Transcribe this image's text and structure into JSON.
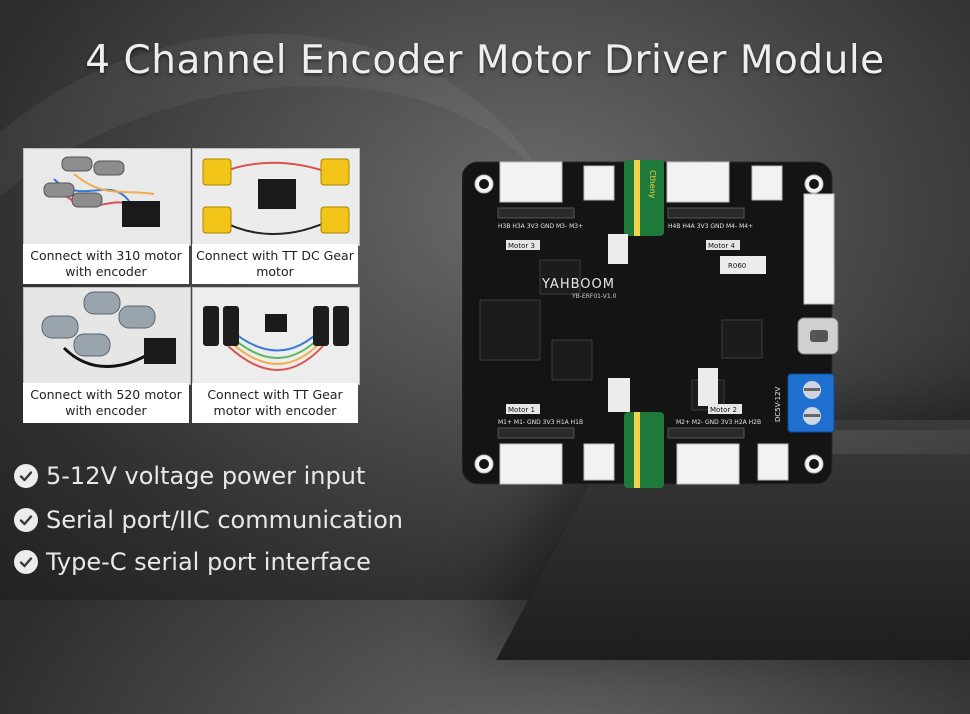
{
  "title": "4 Channel Encoder Motor Driver Module",
  "thumbnails": [
    {
      "caption": "Connect with 310 motor with encoder"
    },
    {
      "caption": "Connect with TT DC Gear motor"
    },
    {
      "caption": "Connect with 520 motor with encoder"
    },
    {
      "caption": "Connect with TT Gear motor with encoder"
    }
  ],
  "features": [
    {
      "text": "5-12V voltage power input",
      "icon": "check-circle-icon"
    },
    {
      "text": "Serial port/IIC communication",
      "icon": "check-circle-icon"
    },
    {
      "text": "Type-C serial port interface",
      "icon": "check-circle-icon"
    }
  ],
  "board": {
    "brand": "YAHBOOM",
    "model": "YB-ERF01-V1.0",
    "motor_labels": [
      "Motor 1",
      "Motor 2",
      "Motor 3",
      "Motor 4"
    ],
    "resistor_label": "R060",
    "capacitor_label": "Ctheny",
    "power_label": "DC5V-12V",
    "pin_labels_top_left": "H3B H3A 3V3 GND M3- M3+",
    "pin_labels_top_right": "H4B H4A 3V3 GND M4- M4+",
    "pin_labels_bottom_left": "M1+ M1- GND 3V3 H1A H1B",
    "pin_labels_bottom_right": "M2+ M2- GND 3V3 H2A H2B"
  },
  "colors": {
    "title": "#eeeeee",
    "pcb": "#141414",
    "capacitor": "#1e7a3a",
    "terminal": "#1f6fd0"
  }
}
